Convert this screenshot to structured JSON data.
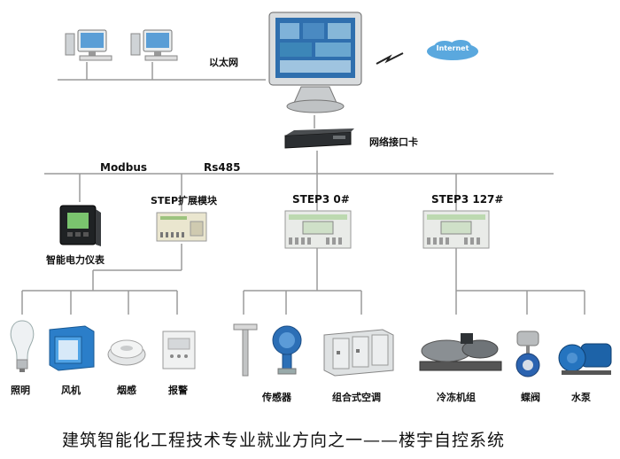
{
  "diagram": {
    "ethernet_label": "以太网",
    "internet_label": "Internet",
    "network_card_label": "网络接口卡",
    "modbus_label": "Modbus",
    "rs485_label": "Rs485",
    "power_meter_label": "智能电力仪表",
    "expansion_label": "STEP扩展模块",
    "step3_0_label": "STEP3 0#",
    "step3_127_label": "STEP3 127#",
    "devices": [
      {
        "label": "照明",
        "icon": "light-bulb-icon"
      },
      {
        "label": "风机",
        "icon": "fan-icon"
      },
      {
        "label": "烟感",
        "icon": "smoke-detector-icon"
      },
      {
        "label": "报警",
        "icon": "alarm-panel-icon"
      },
      {
        "label": "传感器",
        "icon": "sensor-icon"
      },
      {
        "label": "组合式空调",
        "icon": "air-handler-icon"
      },
      {
        "label": "冷冻机组",
        "icon": "chiller-icon"
      },
      {
        "label": "蝶阀",
        "icon": "butterfly-valve-icon"
      },
      {
        "label": "水泵",
        "icon": "water-pump-icon"
      }
    ]
  },
  "caption": "建筑智能化工程技术专业就业方向之一——楼宇自控系统",
  "colors": {
    "line": "#9a9a9a",
    "cloud": "#5aa8de",
    "cloud_text": "#ffffff"
  }
}
